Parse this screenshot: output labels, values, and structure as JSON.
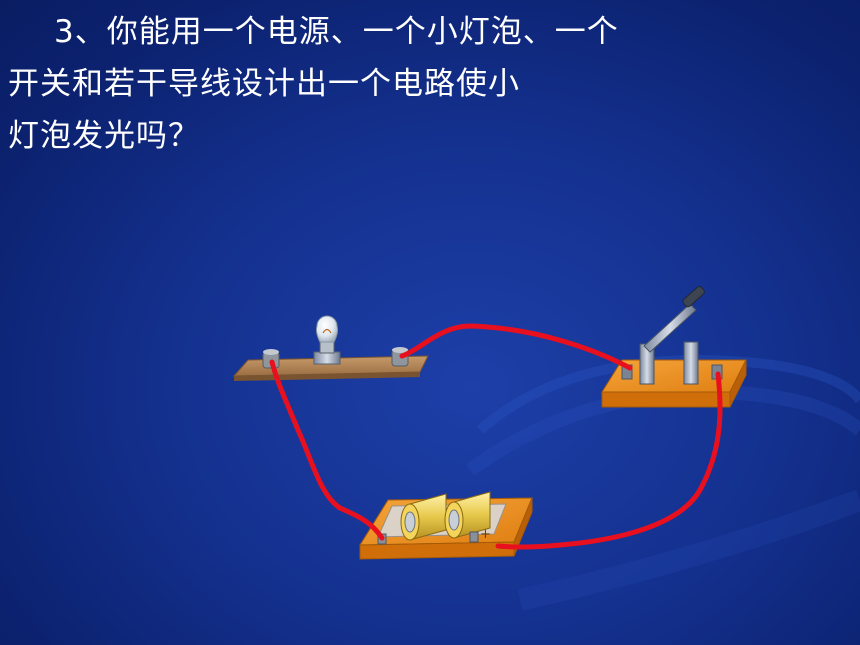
{
  "slide": {
    "question_lines": [
      "3、你能用一个电源、一个小灯泡、一个",
      "开关和若干导线设计出一个电路使小",
      "灯泡发光吗？"
    ]
  },
  "circuit": {
    "components": [
      "light-bulb-board",
      "knife-switch",
      "battery-holder"
    ],
    "battery_polarity_mark": "+"
  },
  "colors": {
    "background": "#14318f",
    "wire": "#e8101e",
    "board": "#e8891c",
    "text": "#ffffff"
  }
}
